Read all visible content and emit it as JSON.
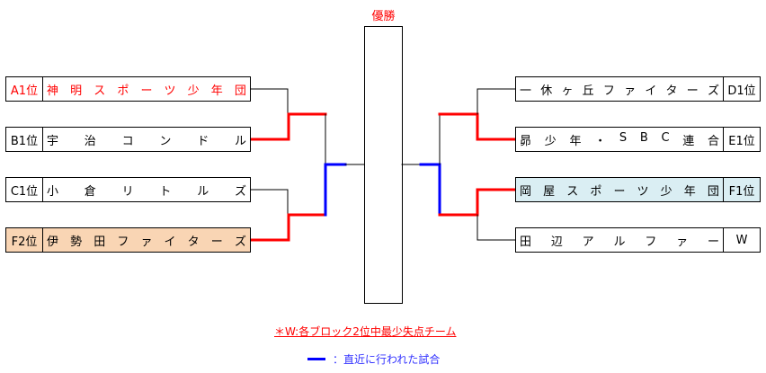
{
  "title": "優勝",
  "left_teams": [
    {
      "rank": "A1位",
      "name": "神明スポーツ少年団",
      "highlight": "red-text"
    },
    {
      "rank": "B1位",
      "name": "宇治コンドル",
      "highlight": "none"
    },
    {
      "rank": "C1位",
      "name": "小倉リトルズ",
      "highlight": "none"
    },
    {
      "rank": "F2位",
      "name": "伊勢田ファイターズ",
      "highlight": "orange"
    }
  ],
  "right_teams": [
    {
      "rank": "D1位",
      "name": "一休ヶ丘ファイターズ",
      "highlight": "none"
    },
    {
      "rank": "E1位",
      "name": "昴少年・SBC連合",
      "highlight": "none"
    },
    {
      "rank": "F1位",
      "name": "岡屋スポーツ少年団",
      "highlight": "lightblue"
    },
    {
      "rank": "W",
      "name": "田辺アルファー",
      "highlight": "none"
    }
  ],
  "note": "＊W:各ブロック2位中最少失点チーム",
  "legend": {
    "label": "：直近に行われた試合"
  },
  "colors": {
    "winner_line": "#ff0000",
    "recent_line": "#0000ff",
    "orange": "#f9d5b4",
    "lightblue": "#daeef3"
  }
}
